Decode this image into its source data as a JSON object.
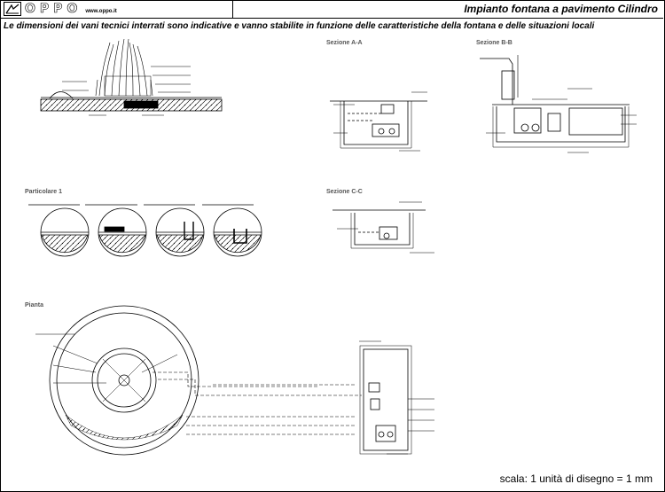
{
  "header": {
    "logo_text": "OPPO",
    "logo_url": "www.oppo.it",
    "title": "Impianto fontana a pavimento Cilindro"
  },
  "note": "Le dimensioni dei vani tecnici interrati sono indicative e vanno stabilite in funzione delle caratteristiche della fontana e delle situazioni locali",
  "sections": {
    "aa": "Sezione A-A",
    "bb": "Sezione B-B",
    "cc": "Sezione C-C",
    "detail": "Particolare 1",
    "plan": "Pianta"
  },
  "scale": "scala: 1 unità di disegno = 1 mm"
}
